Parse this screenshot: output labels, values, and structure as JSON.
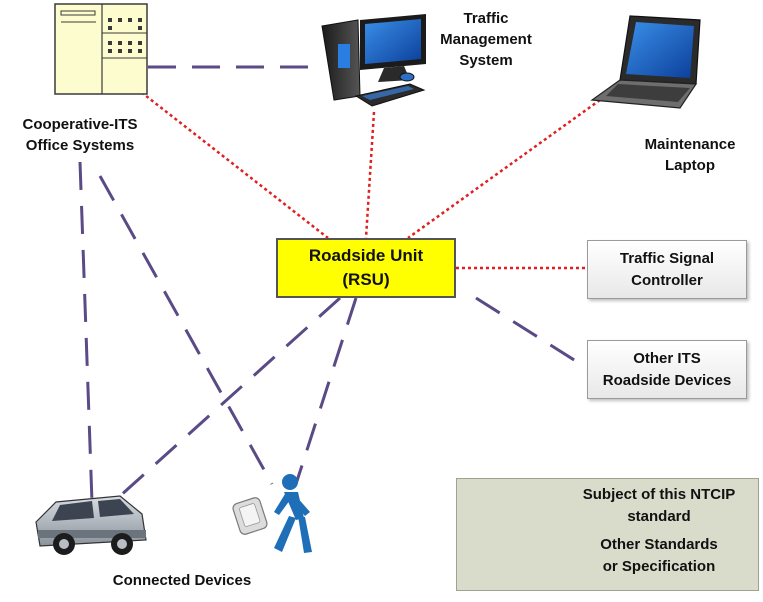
{
  "nodes": {
    "office_systems": {
      "line1": "Cooperative-ITS",
      "line2": "Office Systems"
    },
    "traffic_management": {
      "line1": "Traffic",
      "line2": "Management",
      "line3": "System"
    },
    "maintenance_laptop": {
      "line1": "Maintenance",
      "line2": "Laptop"
    },
    "rsu": {
      "line1": "Roadside Unit",
      "line2": "(RSU)"
    },
    "traffic_signal_controller": {
      "line1": "Traffic Signal",
      "line2": "Controller"
    },
    "other_roadside_devices": {
      "line1": "Other ITS",
      "line2": "Roadside Devices"
    },
    "connected_devices": {
      "label": "Connected Devices"
    }
  },
  "legend": {
    "ntcip": {
      "line1": "Subject of this NTCIP",
      "line2": "standard"
    },
    "other": {
      "line1": "Other Standards",
      "line2": "or Specification"
    }
  },
  "colors": {
    "ntcip_line": "#e02020",
    "other_line": "#5a4a86",
    "rsu_fill": "#ffff00",
    "legend_fill": "#d9dccb"
  },
  "icons": [
    "office-building-icon",
    "desktop-computer-icon",
    "laptop-icon",
    "car-icon",
    "pedestrian-icon",
    "smartphone-icon"
  ]
}
